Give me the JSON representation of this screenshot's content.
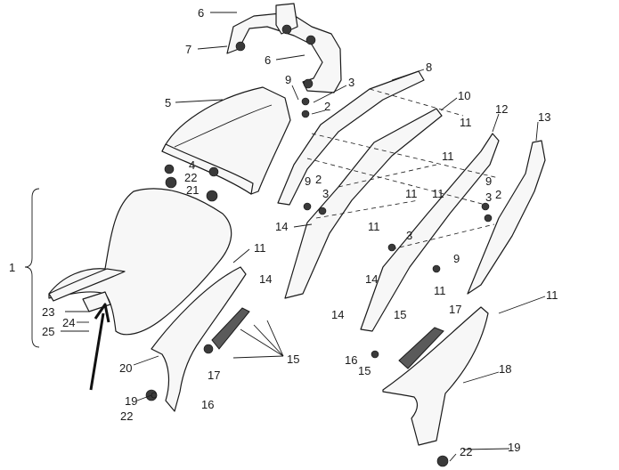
{
  "callouts": {
    "c1": "1",
    "c2a": "2",
    "c2b": "2",
    "c2c": "2",
    "c3a": "3",
    "c3b": "3",
    "c3c": "3",
    "c3d": "3",
    "c4": "4",
    "c5": "5",
    "c6a": "6",
    "c6b": "6",
    "c7": "7",
    "c8": "8",
    "c9a": "9",
    "c9b": "9",
    "c9c": "9",
    "c9d": "9",
    "c10": "10",
    "c11a": "11",
    "c11b": "11",
    "c11c": "11",
    "c11d": "11",
    "c11e": "11",
    "c11f": "11",
    "c11g": "11",
    "c11h": "11",
    "c11i": "11",
    "c12": "12",
    "c13": "13",
    "c14a": "14",
    "c14b": "14",
    "c14c": "14",
    "c14d": "14",
    "c15a": "15",
    "c15b": "15",
    "c15c": "15",
    "c16a": "16",
    "c16b": "16",
    "c17a": "17",
    "c17b": "17",
    "c18": "18",
    "c19a": "19",
    "c19b": "19",
    "c20": "20",
    "c21": "21",
    "c22a": "22",
    "c22b": "22",
    "c22c": "22",
    "c23": "23",
    "c24": "24",
    "c25": "25"
  },
  "colors": {
    "ink": "#1a1a1a",
    "paper": "#ffffff",
    "fill": "#f7f7f7"
  }
}
